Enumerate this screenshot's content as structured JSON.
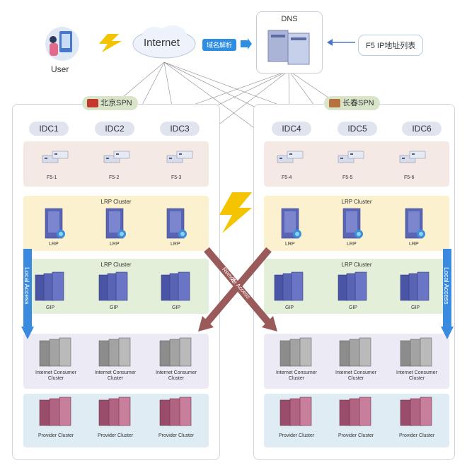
{
  "top": {
    "user_label": "User",
    "internet_label": "Internet",
    "dns_label": "DNS",
    "dns_resolve_label": "域名解析",
    "f5_list_label": "F5 IP地址列表"
  },
  "regions": [
    {
      "name": "北京SPN",
      "idcs": [
        "IDC1",
        "IDC2",
        "IDC3"
      ],
      "f5": [
        "F5-1",
        "F5-2",
        "F5-3"
      ]
    },
    {
      "name": "长春SPN",
      "idcs": [
        "IDC4",
        "IDC5",
        "IDC6"
      ],
      "f5": [
        "F5-4",
        "F5-5",
        "F5-6"
      ]
    }
  ],
  "tiers": {
    "lrp_cluster": "LRP Cluster",
    "lrp": "LRP",
    "gip": "GIP",
    "icc": "Internet Consumer Cluster",
    "provider": "Provider Cluster"
  },
  "arrows": {
    "local_access": "Local Access",
    "remote_access": "Remote Access"
  },
  "colors": {
    "accent_blue": "#2f8ee0",
    "remote_arrow": "#9b5a5a",
    "lightning": "#f5c400"
  }
}
